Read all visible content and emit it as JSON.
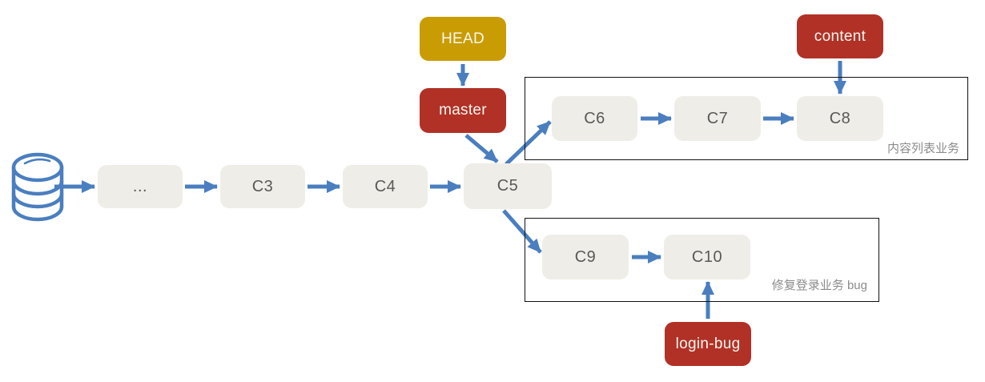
{
  "colors": {
    "canvas-bg": "#ffffff",
    "arrow-blue": "#4a7ebf",
    "head-gold": "#c99c04",
    "branch-red": "#b13127",
    "commit-bg": "#efede7",
    "commit-text": "#595959",
    "pointer-text": "#fbf7ef",
    "label-gray": "#8c8c8c",
    "group-border": "#111111"
  },
  "icons": {
    "repository": "database-icon"
  },
  "commits": {
    "ellipsis": "...",
    "c3": "C3",
    "c4": "C4",
    "c5": "C5",
    "c6": "C6",
    "c7": "C7",
    "c8": "C8",
    "c9": "C9",
    "c10": "C10"
  },
  "pointers": {
    "head": "HEAD",
    "master": "master",
    "content": "content",
    "login_bug": "login-bug"
  },
  "groups": {
    "content_list": "内容列表业务",
    "login_bugfix": "修复登录业务 bug"
  }
}
